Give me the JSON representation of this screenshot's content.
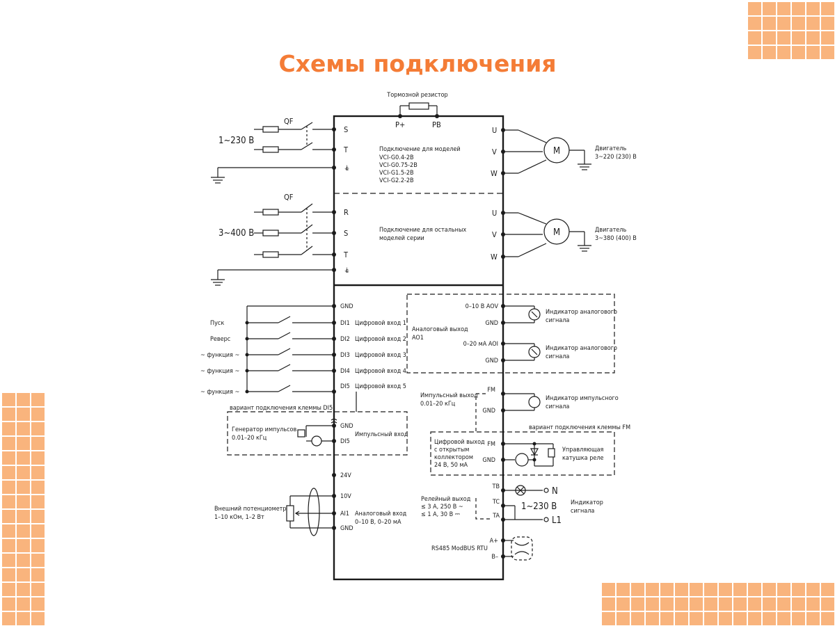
{
  "title": "Схемы подключения",
  "accent_color": "#f47c36",
  "decor_color": "#f9b47d",
  "top": {
    "brake_resistor": "Тормозной резистор",
    "p_plus": "P+",
    "pb": "PB",
    "qf": "QF",
    "supply": "1~230 В",
    "inputs": [
      "S",
      "T",
      "E"
    ],
    "outputs": [
      "U",
      "V",
      "W"
    ],
    "models_note": [
      "Подключение для моделей",
      "VCI-G0.4-2B",
      "VCI-G0.75-2B",
      "VCI-G1.5-2B",
      "VCI-G2.2-2B"
    ],
    "motor": "M",
    "motor_label": [
      "Двигатель",
      "3~220 (230) В"
    ]
  },
  "mid": {
    "qf": "QF",
    "supply": "3~400 В",
    "inputs": [
      "R",
      "S",
      "T",
      "E"
    ],
    "outputs": [
      "U",
      "V",
      "W"
    ],
    "models_note": [
      "Подключение для остальных",
      "моделей серии"
    ],
    "motor": "M",
    "motor_label": [
      "Двигатель",
      "3~380 (400) В"
    ]
  },
  "left_io": {
    "gnd": "GND",
    "rows": [
      {
        "name": "Пуск",
        "terminal": "DI1",
        "desc": "Цифровой вход 1"
      },
      {
        "name": "Реверс",
        "terminal": "DI2",
        "desc": "Цифровой вход 2"
      },
      {
        "name": "~ функция ~",
        "terminal": "DI3",
        "desc": "Цифровой вход 3"
      },
      {
        "name": "~ функция ~",
        "terminal": "DI4",
        "desc": "Цифровой вход 4"
      },
      {
        "name": "~ функция ~",
        "terminal": "DI5",
        "desc": "Цифровой вход 5"
      }
    ],
    "di5_variant": "вариант подключения клеммы DI5",
    "pulse_gen": [
      "Генератор импульсов",
      "0.01–20 кГц"
    ],
    "pulse_gnd": "GND",
    "pulse_di5": "DI5",
    "pulse_input": "Импульсный вход",
    "v24": "24V",
    "v10": "10V",
    "ai1": "AI1",
    "ai_gnd": "GND",
    "pot": [
      "Внешний потенциометр",
      "1–10 кОм, 1–2 Вт"
    ],
    "analog_in": [
      "Аналоговый вход",
      "0–10 В, 0–20 мА"
    ]
  },
  "right_io": {
    "analog_out": [
      "Аналоговый выход",
      "AO1"
    ],
    "aov": "0–10 В AOV",
    "gnd1": "GND",
    "aoi": "0–20 мА  AOI",
    "gnd2": "GND",
    "ind_analog": [
      "Индикатор аналогового",
      "сигнала"
    ],
    "pulse_out": [
      "Импульсный выход",
      "0.01–20 кГц"
    ],
    "fm": "FM",
    "gnd3": "GND",
    "ind_pulse": [
      "Индикатор импульсного",
      "сигнала"
    ],
    "fm_variant": "вариант подключения клеммы FM",
    "digital_out": [
      "Цифровой выход",
      "с открытым",
      "коллектором",
      "24 В, 50 мА"
    ],
    "fm2": "FM",
    "gnd4": "GND",
    "relay_coil": [
      "Управляющая",
      "катушка реле"
    ],
    "relay_out": [
      "Релейный выход",
      "≤ 3 А, 250 В ~",
      "≤ 1 А, 30 В ⎓"
    ],
    "tb": "TB",
    "tc": "TC",
    "ta": "TA",
    "n": "N",
    "l1": "L1",
    "v230": "1~230 В",
    "ind_signal": [
      "Индикатор",
      "сигнала"
    ],
    "rs485": "RS485 ModBUS RTU",
    "a_plus": "A+",
    "b_minus": "B–"
  }
}
